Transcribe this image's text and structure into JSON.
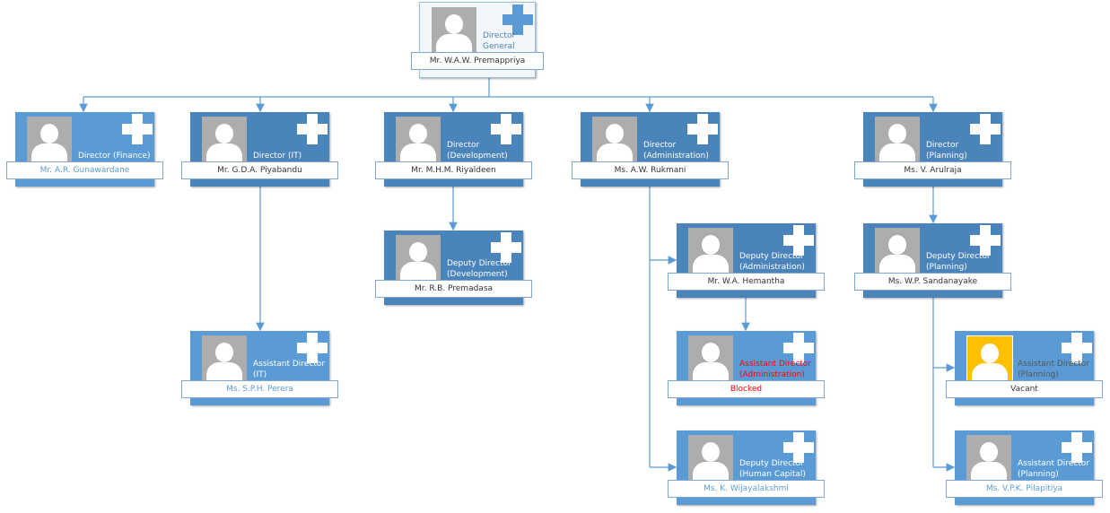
{
  "colors": {
    "light": "#5b9bd5",
    "dark": "#4a84bb",
    "vacant": "#ffc000",
    "blocked": "#ff0000"
  },
  "cards": [
    {
      "id": "dg",
      "title": "Director General",
      "name": "Mr. W.A.W. Premappriya"
    },
    {
      "id": "finance",
      "title": "Director (Finance)",
      "name": "Mr. A.R. Gunawardane"
    },
    {
      "id": "it",
      "title": "Director (IT)",
      "name": "Mr. G.D.A. Piyabandu"
    },
    {
      "id": "dev",
      "title": "Director (Development)",
      "name": "Mr. M.H.M. Riyaldeen"
    },
    {
      "id": "admin",
      "title": "Director (Administration)",
      "name": "Ms. A.W. Rukmani"
    },
    {
      "id": "planning",
      "title": "Director (Planning)",
      "name": "Ms. V. Arulraja"
    },
    {
      "id": "dev-deputy",
      "title": "Deputy Director (Development)",
      "name": "Mr. R.B. Premadasa"
    },
    {
      "id": "it-assistant",
      "title": "Assistant Director (IT)",
      "name": "Ms. S.P.H. Perera"
    },
    {
      "id": "admin-deputy",
      "title": "Deputy Director (Administration)",
      "name": "Mr. W.A. Hemantha"
    },
    {
      "id": "admin-assistant",
      "title": "Assistant Director (Administration)",
      "name": "Blocked"
    },
    {
      "id": "hc-deputy",
      "title": "Deputy Director (Human Capital)",
      "name": "Ms. K. Wijayalakshmi"
    },
    {
      "id": "planning-deputy",
      "title": "Deputy Director (Planning)",
      "name": "Ms. W.P. Sandanayake"
    },
    {
      "id": "planning-assistant-1",
      "title": "Assistant Director (Planning)",
      "name": "Vacant"
    },
    {
      "id": "planning-assistant-2",
      "title": "Assistant Director (Planning)",
      "name": "Ms. V.P.K. Pilapitiya"
    }
  ]
}
